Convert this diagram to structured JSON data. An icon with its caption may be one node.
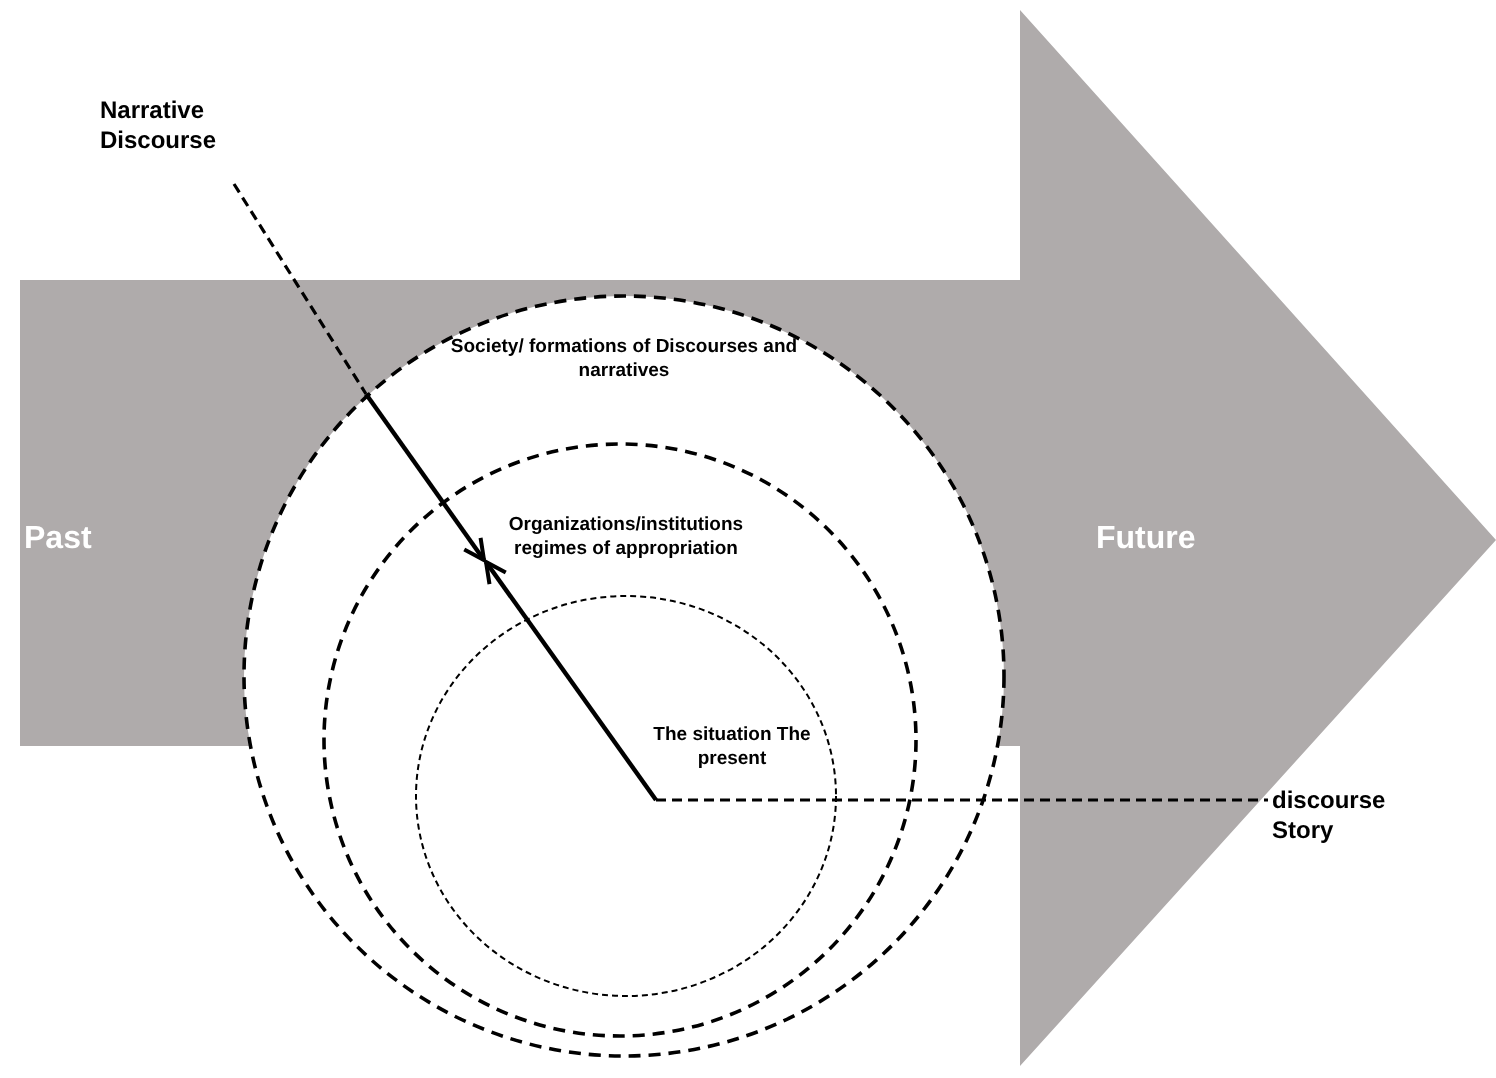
{
  "diagram": {
    "nodes": [
      {
        "text": [
          "Past",
          "Future"
        ]
      },
      {
        "text": [
          "Society/ formations of Discourses and narratives"
        ],
        "in": 0
      },
      {
        "text": [
          "Organizations/institutions regimes of appropriation"
        ],
        "in": 1
      },
      {
        "text": [
          "The situation The present"
        ],
        "in": 2
      },
      {
        "text": [
          "Narrative Discourse"
        ]
      },
      {
        "text": [
          "discourse Story"
        ]
      }
    ],
    "edges": [
      {
        "from": 4,
        "to": 1,
        "arrow": "none",
        "style": "dashed"
      },
      {
        "from": 1,
        "to": 2,
        "arrow": "to"
      },
      {
        "from": 3,
        "to": 2,
        "arrow": "to"
      },
      {
        "from": 3,
        "to": 5,
        "arrow": "none",
        "style": "dashed"
      }
    ]
  }
}
